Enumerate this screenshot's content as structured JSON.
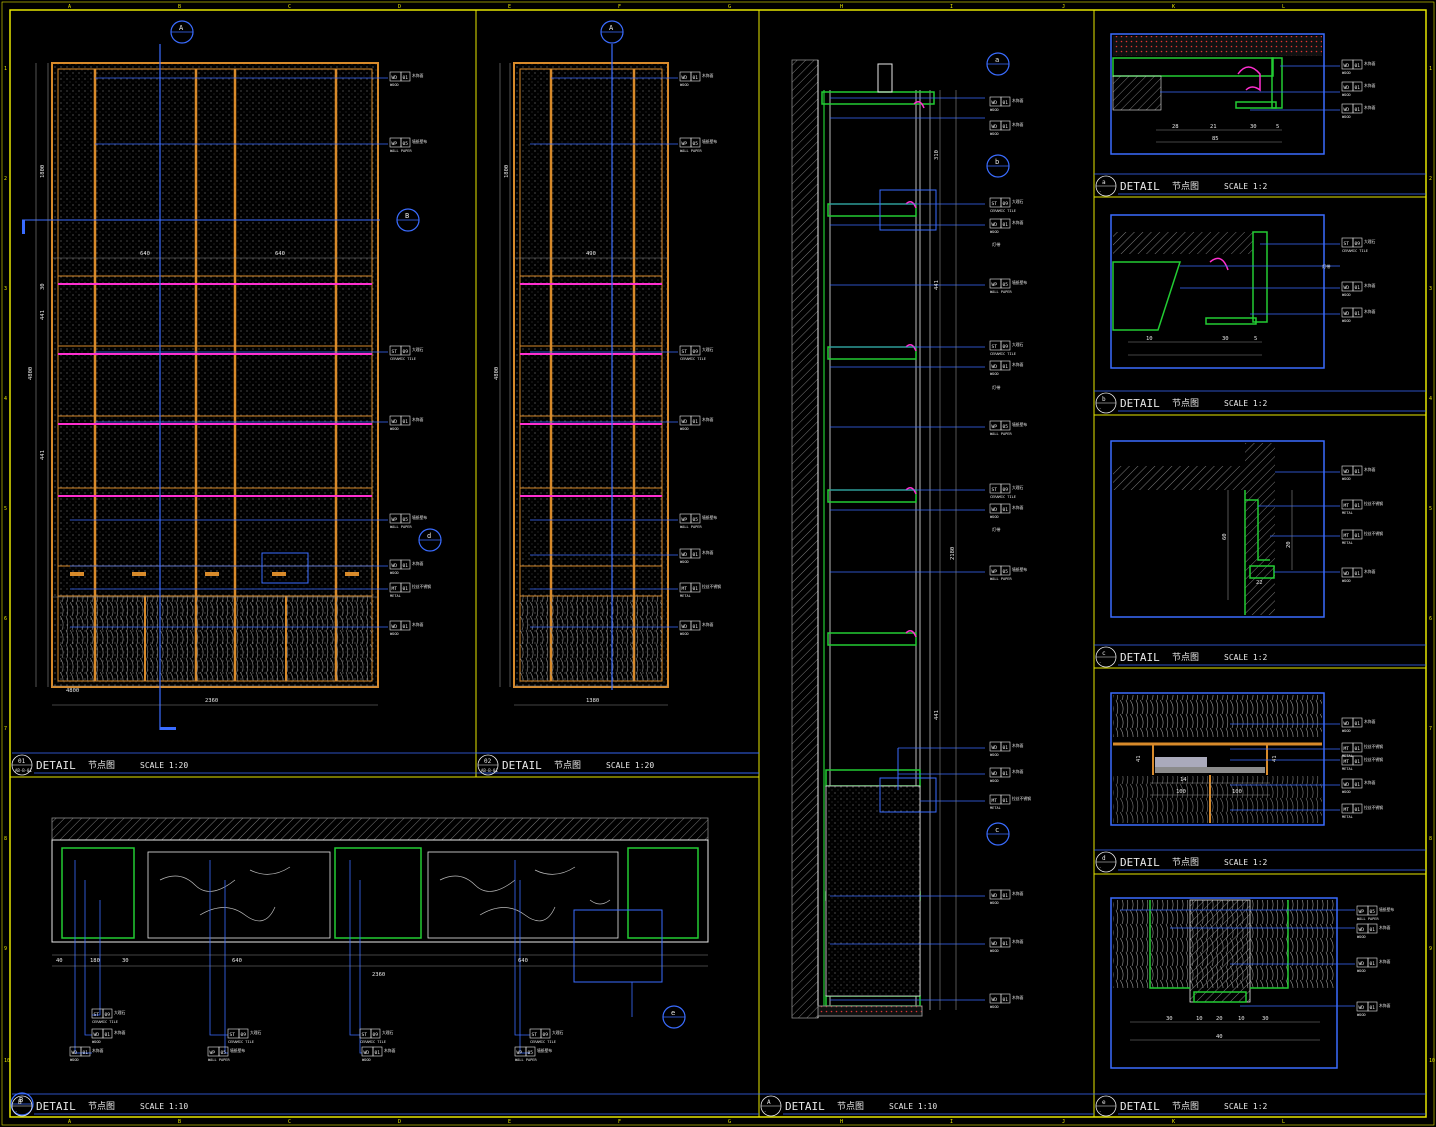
{
  "colors": {
    "frame": "#e6e600",
    "line": "#3a6cff",
    "wood": "#d88a2a",
    "green": "#22cc33",
    "magenta": "#ff2fd0",
    "white": "#e8e8e8",
    "cyan": "#35d0e0",
    "gray": "#8a8a8a"
  },
  "grid_letters": [
    "A",
    "B",
    "C",
    "D",
    "E",
    "F",
    "G",
    "H",
    "I",
    "J",
    "K",
    "L"
  ],
  "grid_numbers": [
    "1",
    "2",
    "3",
    "4",
    "5",
    "6",
    "7",
    "8",
    "9",
    "10"
  ],
  "titles": {
    "p01": {
      "num": "01",
      "sub": "AB-B-01",
      "word": "DETAIL",
      "cn": "节点图",
      "scale": "SCALE 1:20"
    },
    "p02": {
      "num": "02",
      "sub": "AB-B-01",
      "word": "DETAIL",
      "cn": "节点图",
      "scale": "SCALE 1:20"
    },
    "pB": {
      "num": "B",
      "sub": "-",
      "word": "DETAIL",
      "cn": "节点图",
      "scale": "SCALE 1:10"
    },
    "pA": {
      "num": "A",
      "sub": "-",
      "word": "DETAIL",
      "cn": "节点图",
      "scale": "SCALE 1:10"
    },
    "pa": {
      "num": "a",
      "sub": "-",
      "word": "DETAIL",
      "cn": "节点图",
      "scale": "SCALE 1:2"
    },
    "pb": {
      "num": "b",
      "sub": "-",
      "word": "DETAIL",
      "cn": "节点图",
      "scale": "SCALE 1:2"
    },
    "pc": {
      "num": "c",
      "sub": "-",
      "word": "DETAIL",
      "cn": "节点图",
      "scale": "SCALE 1:2"
    },
    "pd": {
      "num": "d",
      "sub": "-",
      "word": "DETAIL",
      "cn": "节点图",
      "scale": "SCALE 1:2"
    },
    "pe": {
      "num": "e",
      "sub": "-",
      "word": "DETAIL",
      "cn": "节点图",
      "scale": "SCALE 1:2"
    }
  },
  "materials": {
    "wood": {
      "code": "WD",
      "num": "01",
      "cn": "木饰面",
      "en": "WOOD"
    },
    "wall": {
      "code": "WP",
      "num": "05",
      "cn": "墙纸壁布",
      "en": "WALL PAPER"
    },
    "tile": {
      "code": "ST",
      "num": "09",
      "cn": "大理石",
      "en": "CERAMIC TILE"
    },
    "metal": {
      "code": "MT",
      "num": "01",
      "cn": "拉丝不锈钢",
      "en": "METAL"
    },
    "light": {
      "cn": "灯带"
    }
  },
  "markers": {
    "A": "A",
    "B": "B",
    "a": "a",
    "b": "b",
    "c": "c",
    "d": "d",
    "e": "e"
  },
  "dims": {
    "p01_total": "2360",
    "p01_height": "4800",
    "p01_top": "1800",
    "p01_bottom": "4800",
    "p01_mid": "640",
    "p01_row": "441",
    "p01_shelf": "30",
    "p02_total": "1380",
    "p02_height": "4800",
    "p02_top": "1800",
    "p02_mid": "490",
    "pA_mid": "2180",
    "pA_low": "441",
    "pA_top": "310",
    "pB_total": "2360",
    "pB_640": "640",
    "pB_180": "180",
    "pB_30": "30",
    "pB_40": "40",
    "pa_28": "28",
    "pa_21": "21",
    "pa_30": "30",
    "pa_5": "5",
    "pa_85": "85",
    "pb_5": "5",
    "pb_10": "10",
    "pb_30": "30",
    "pc_60": "60",
    "pc_20": "20",
    "pc_22": "22",
    "pd_41": "41",
    "pd_14": "14",
    "pd_100": "100",
    "pe_30": "30",
    "pe_10": "10",
    "pe_20": "20",
    "pe_40": "40"
  }
}
